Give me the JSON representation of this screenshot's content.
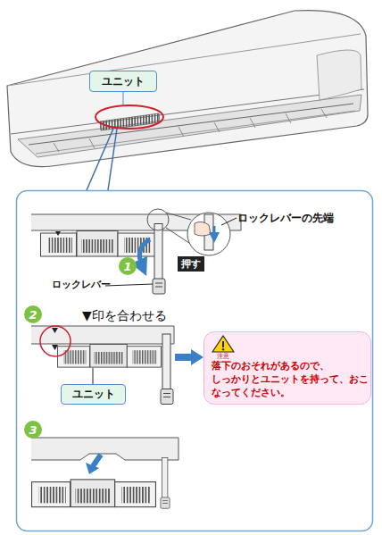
{
  "diagram": {
    "nodes": [
      {
        "text": [
          "ユニット"
        ]
      },
      {
        "text": [
          "1"
        ]
      },
      {
        "text": [
          "2"
        ]
      },
      {
        "text": [
          "注意",
          "落下のおそれがあるので、 しっかりとユニットを持って、おこ なってください。"
        ]
      },
      {
        "text": [
          "ユニット"
        ]
      },
      {
        "text": [
          "3"
        ]
      }
    ],
    "labels": [
      "ロックレバーの先端",
      "押す",
      "ロックレバー",
      "▼印を合わせる"
    ]
  }
}
